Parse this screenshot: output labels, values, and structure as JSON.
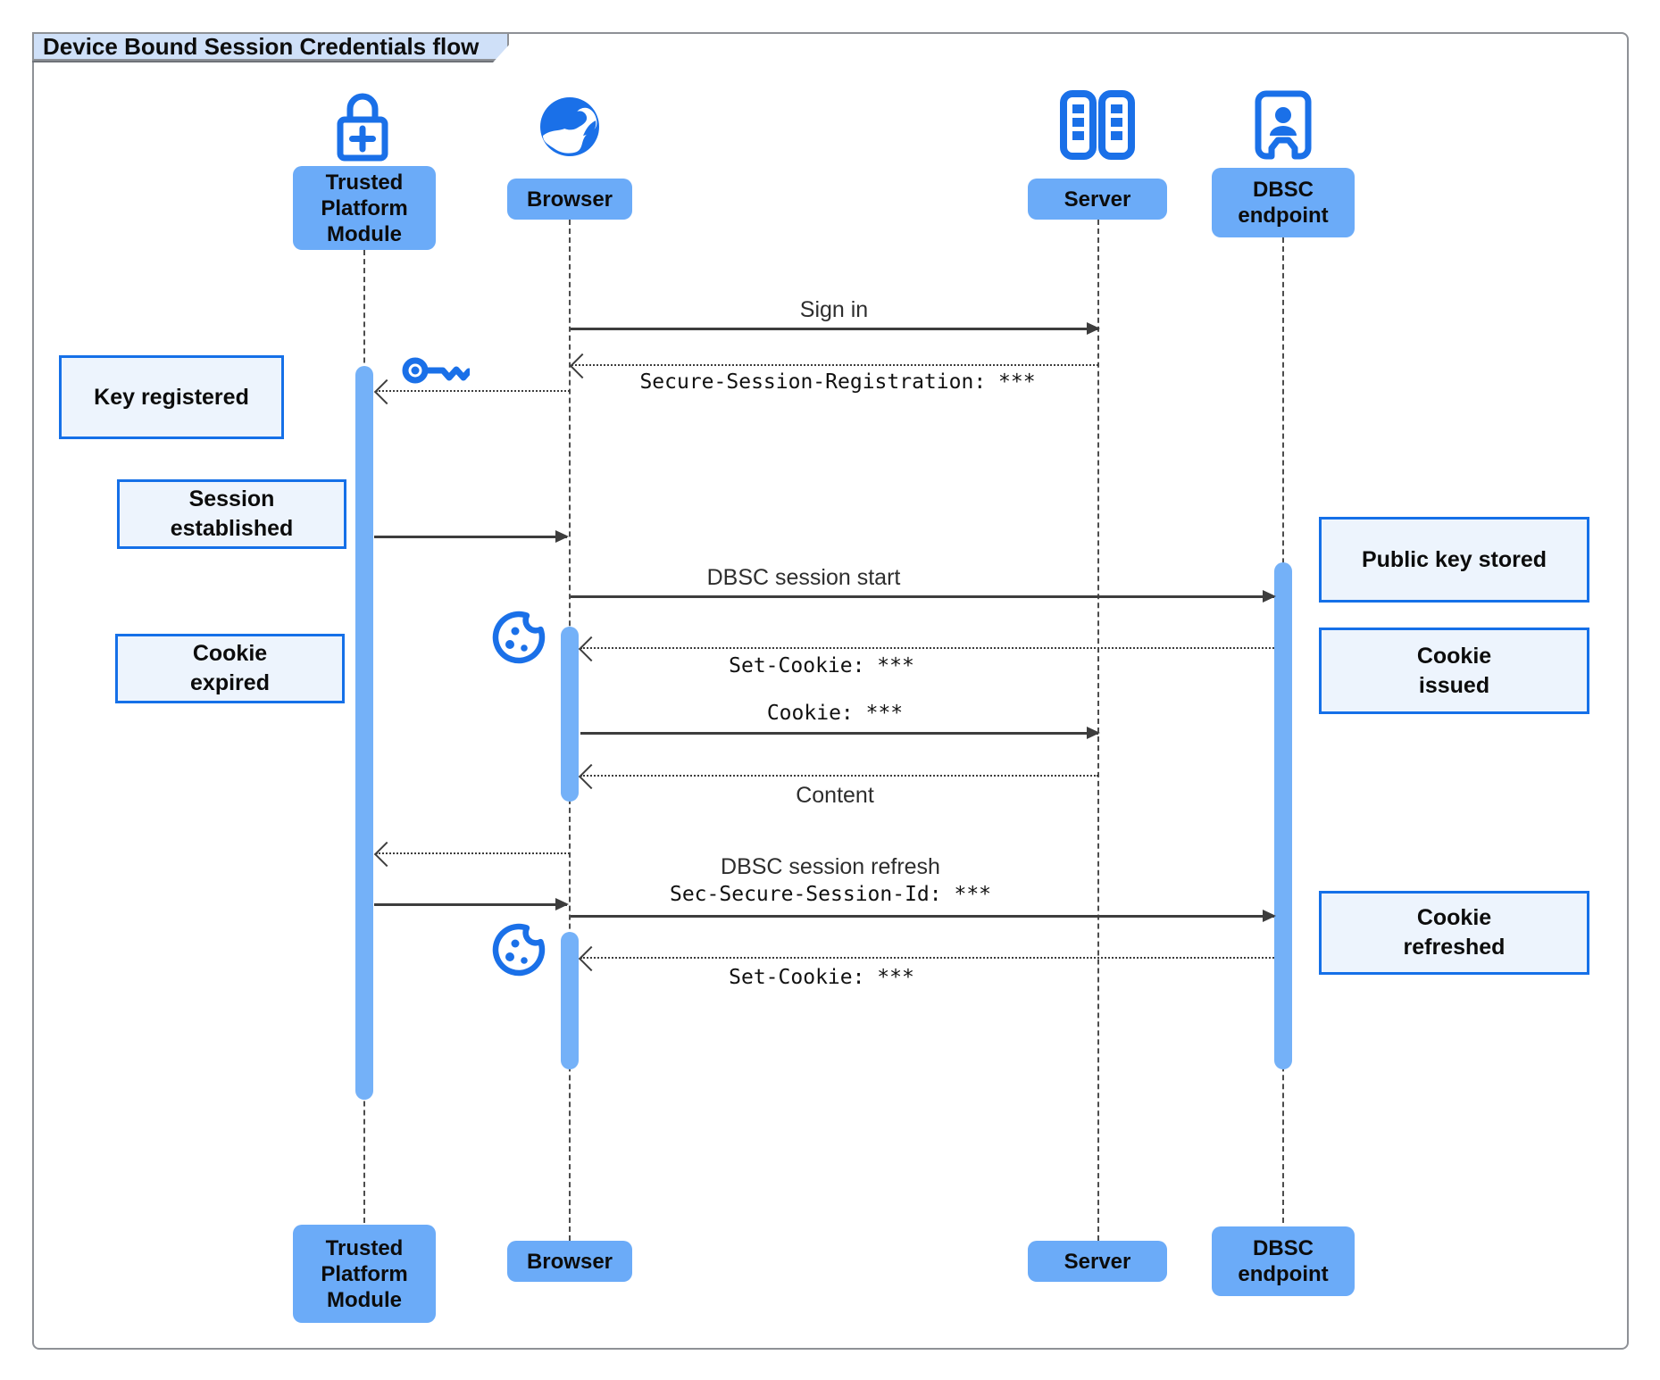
{
  "title": "Device Bound Session Credentials flow",
  "diagram_type": "sequence-diagram",
  "colors": {
    "accent_blue": "#1a70e8",
    "actor_label_fill": "#6babf8",
    "activation_bar_fill": "#74b1f8",
    "note_fill": "#edf4fd",
    "note_border": "#1570e8",
    "title_tab_fill": "#cfe0f8",
    "line_color": "#3d3d3d"
  },
  "actors": [
    {
      "id": "tpm",
      "label": [
        "Trusted",
        "Platform",
        "Module"
      ],
      "icon": "lock-plus-icon"
    },
    {
      "id": "browser",
      "label": "Browser",
      "icon": "globe-icon"
    },
    {
      "id": "server",
      "label": "Server",
      "icon": "server-racks-icon"
    },
    {
      "id": "dbsc",
      "label": [
        "DBSC",
        "endpoint"
      ],
      "icon": "door-person-icon"
    }
  ],
  "messages": [
    {
      "from": "Browser",
      "to": "Server",
      "style": "solid",
      "label": "Sign in"
    },
    {
      "from": "Server",
      "to": "Browser",
      "style": "dashed",
      "label": "Secure-Session-Registration: ***"
    },
    {
      "from": "Browser",
      "to": "Trusted Platform Module",
      "style": "dashed",
      "label": ""
    },
    {
      "from": "Trusted Platform Module",
      "to": "Browser",
      "style": "solid",
      "label": ""
    },
    {
      "from": "Browser",
      "to": "DBSC endpoint",
      "style": "solid",
      "label": "DBSC session start"
    },
    {
      "from": "DBSC endpoint",
      "to": "Browser",
      "style": "dashed",
      "label": "Set-Cookie: ***"
    },
    {
      "from": "Browser",
      "to": "Server",
      "style": "solid",
      "label": "Cookie: ***"
    },
    {
      "from": "Server",
      "to": "Browser",
      "style": "dashed",
      "label": "Content"
    },
    {
      "from": "Browser",
      "to": "Trusted Platform Module",
      "style": "dashed",
      "label": ""
    },
    {
      "from": "Trusted Platform Module",
      "to": "Browser",
      "style": "solid",
      "label": ""
    },
    {
      "from": "Browser",
      "to": "DBSC endpoint",
      "style": "solid",
      "label": "DBSC session refresh",
      "label2": "Sec-Secure-Session-Id: ***"
    },
    {
      "from": "DBSC endpoint",
      "to": "Browser",
      "style": "dashed",
      "label": "Set-Cookie: ***"
    }
  ],
  "notes": [
    {
      "id": "key-registered",
      "label": "Key registered"
    },
    {
      "id": "session-established",
      "label": [
        "Session",
        "established"
      ]
    },
    {
      "id": "cookie-expired",
      "label": [
        "Cookie",
        "expired"
      ]
    },
    {
      "id": "public-key-stored",
      "label": "Public key stored"
    },
    {
      "id": "cookie-issued",
      "label": [
        "Cookie",
        "issued"
      ]
    },
    {
      "id": "cookie-refreshed",
      "label": [
        "Cookie",
        "refreshed"
      ]
    }
  ]
}
